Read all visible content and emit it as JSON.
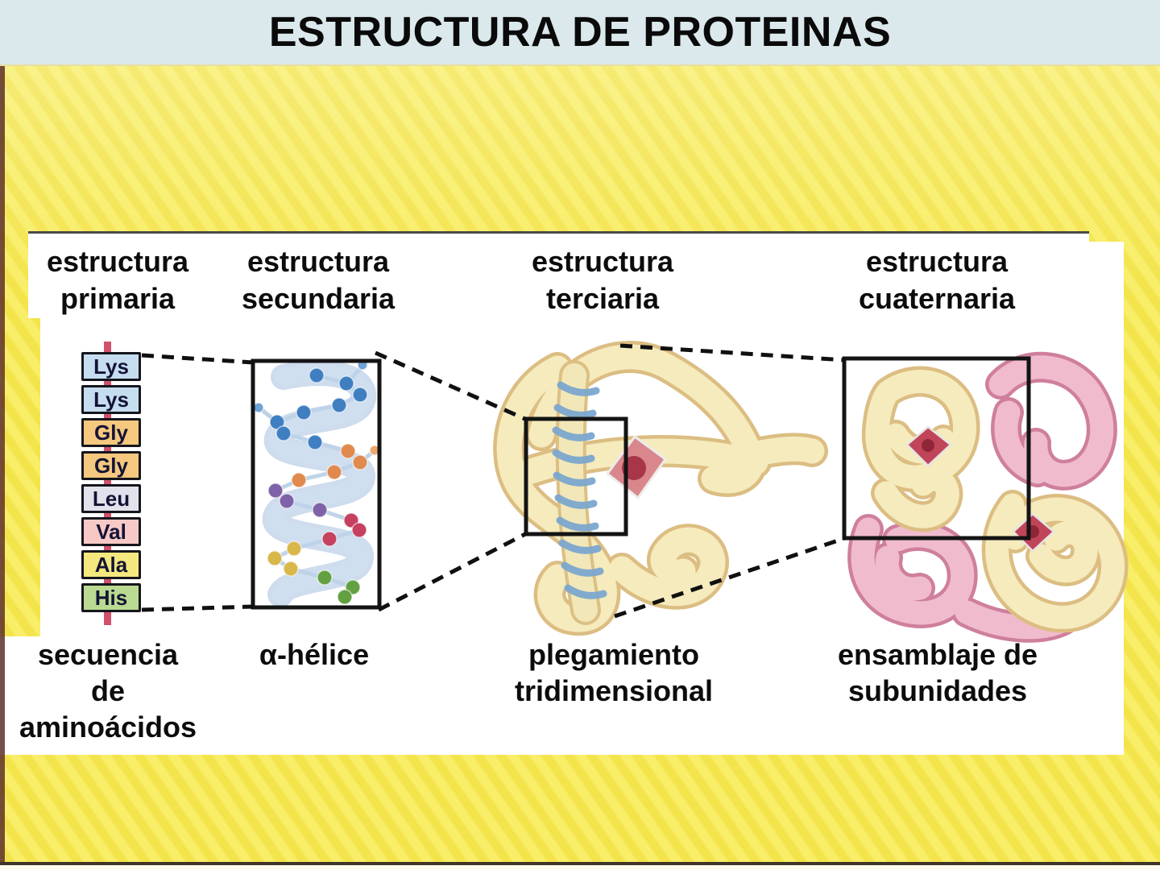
{
  "title": "ESTRUCTURA DE PROTEINAS",
  "columns": [
    {
      "header_line1": "estructura",
      "header_line2": "primaria",
      "caption_lines": [
        "secuencia",
        "de",
        "aminoácidos"
      ]
    },
    {
      "header_line1": "estructura",
      "header_line2": "secundaria",
      "caption_lines": [
        "α-hélice"
      ]
    },
    {
      "header_line1": "estructura",
      "header_line2": "terciaria",
      "caption_lines": [
        "plegamiento",
        "tridimensional"
      ]
    },
    {
      "header_line1": "estructura",
      "header_line2": "cuaternaria",
      "caption_lines": [
        "ensamblaje de",
        "subunidades"
      ]
    }
  ],
  "primary": {
    "amino_acids": [
      {
        "label": "Lys",
        "color": "#c6ddf0"
      },
      {
        "label": "Lys",
        "color": "#c6ddf0"
      },
      {
        "label": "Gly",
        "color": "#f4c87e"
      },
      {
        "label": "Gly",
        "color": "#f4c87e"
      },
      {
        "label": "Leu",
        "color": "#e2e2ec"
      },
      {
        "label": "Val",
        "color": "#f6c9c6"
      },
      {
        "label": "Ala",
        "color": "#f4e87e"
      },
      {
        "label": "His",
        "color": "#b9da90"
      }
    ]
  },
  "colors": {
    "background_yellow": "#f6e94e",
    "title_bar_blue": "#dbe9ec",
    "panel_white": "#ffffff",
    "backbone_red": "#d1506a",
    "dash_black": "#101010",
    "helix_ribbon_blue": "#b9cfe8",
    "tube_cream": "#f5ebbd",
    "tube_cream_edge": "#dcbd82",
    "subunit_pink": "#f0bccd",
    "subunit_pink_edge": "#cf7f9d",
    "heme_red": "#a93648"
  }
}
